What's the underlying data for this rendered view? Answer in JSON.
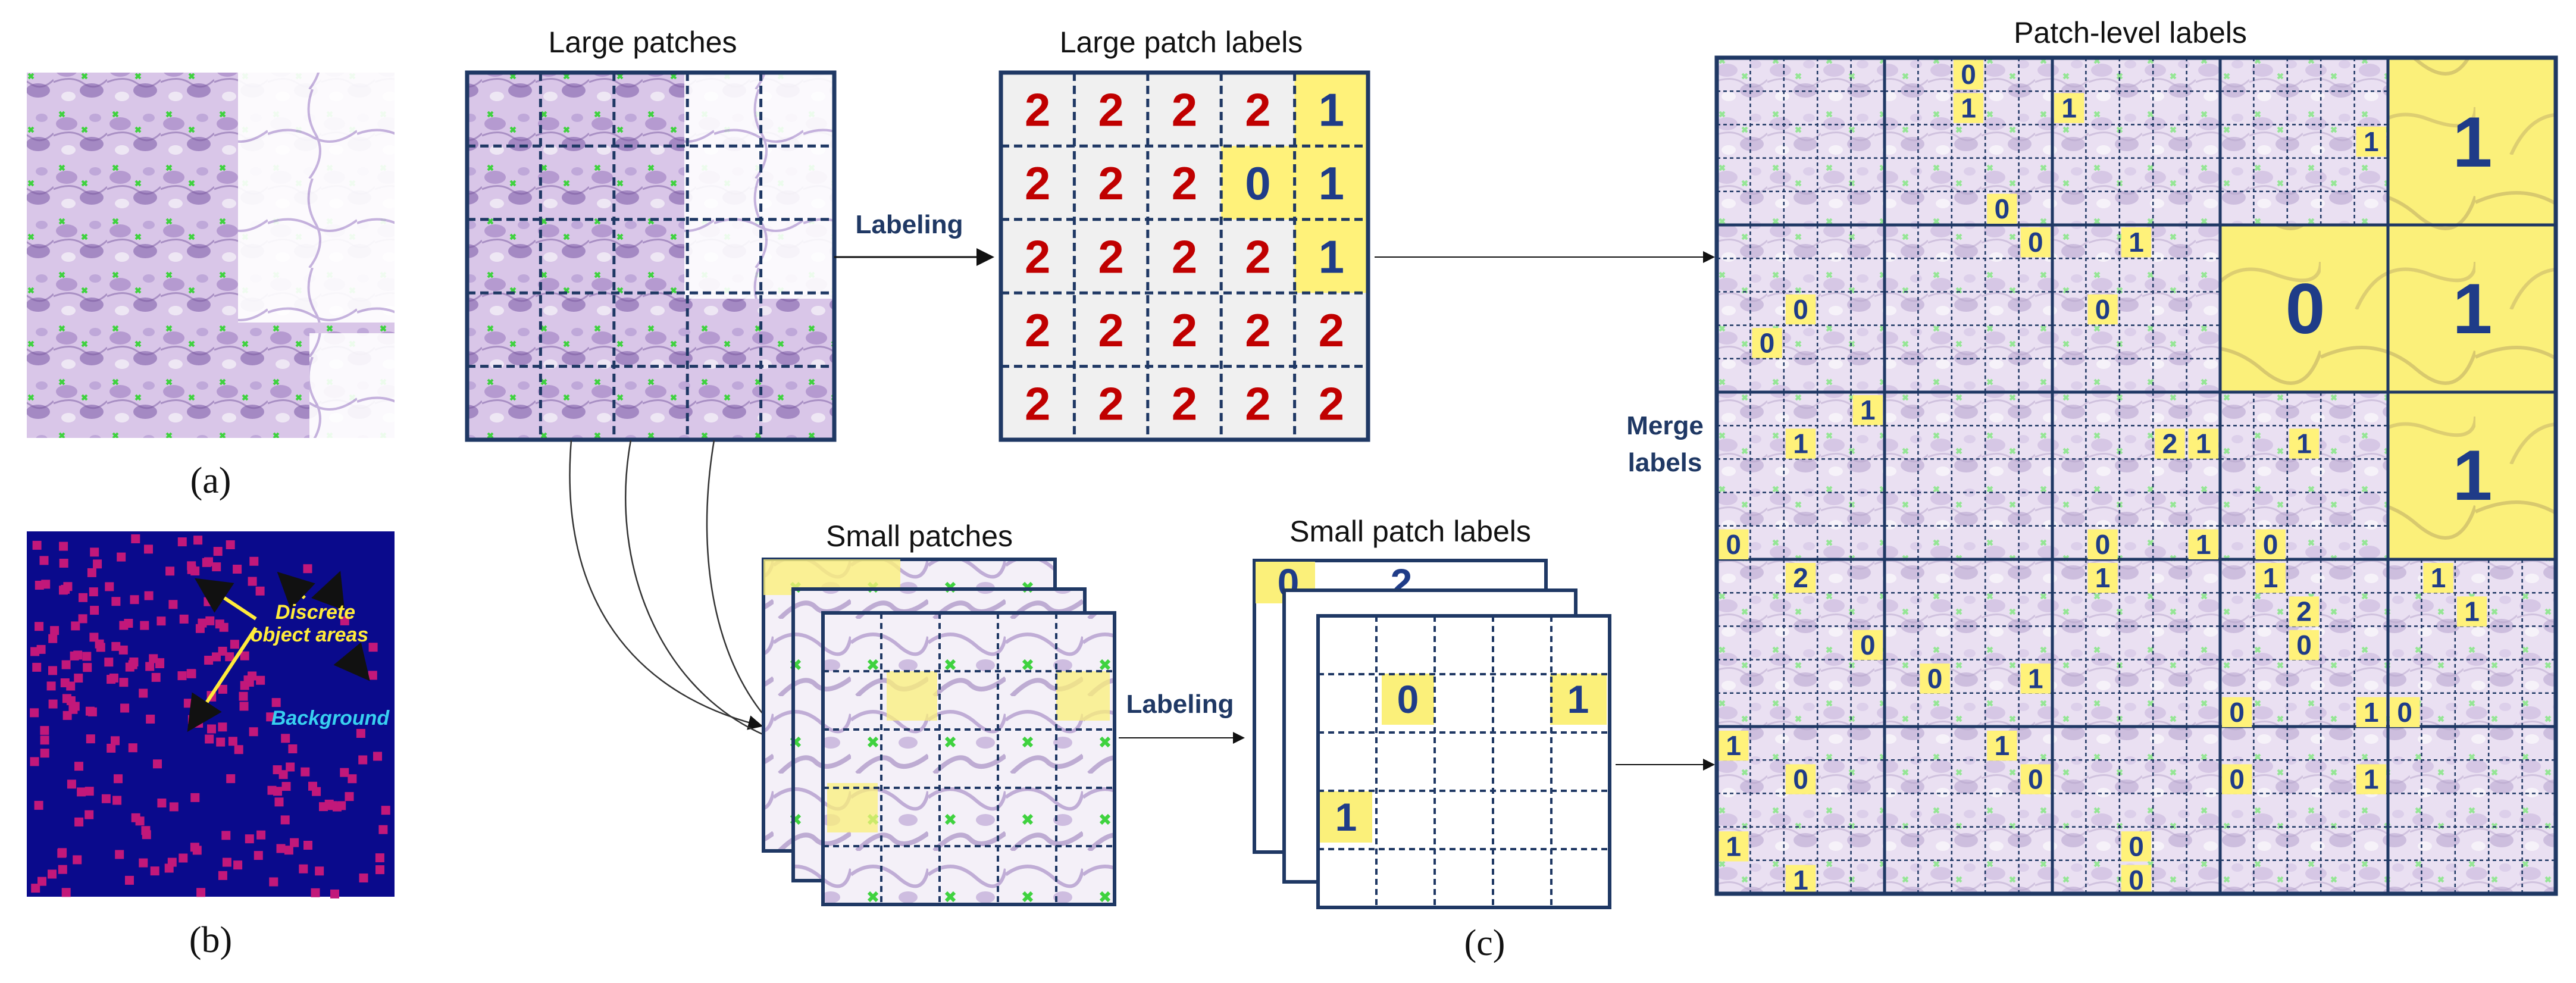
{
  "panels": {
    "a": "(a)",
    "b": "(b)",
    "c": "(c)"
  },
  "titles": {
    "large_patches": "Large patches",
    "large_patch_labels": "Large patch labels",
    "small_patches": "Small patches",
    "small_patch_labels": "Small patch labels",
    "patch_level_labels": "Patch-level labels"
  },
  "arrows": {
    "labeling_top": "Labeling",
    "labeling_bottom": "Labeling",
    "merge_line1": "Merge",
    "merge_line2": "labels"
  },
  "annotations": {
    "discrete_line1": "Discrete",
    "discrete_line2": "object areas",
    "background": "Background"
  },
  "large_labels": [
    [
      "2",
      "2",
      "2",
      "2",
      "1"
    ],
    [
      "2",
      "2",
      "2",
      "0",
      "1"
    ],
    [
      "2",
      "2",
      "2",
      "2",
      "1"
    ],
    [
      "2",
      "2",
      "2",
      "2",
      "2"
    ],
    [
      "2",
      "2",
      "2",
      "2",
      "2"
    ]
  ],
  "small_labels_front": {
    "a": "0",
    "b": "1",
    "c": "1"
  },
  "small_labels_back": {
    "a": "0",
    "b": "2"
  },
  "merged": {
    "big": [
      "1",
      "0",
      "1",
      "1"
    ],
    "small": [
      "1",
      "0",
      "0",
      "1",
      "1",
      "0",
      "0",
      "1",
      "1",
      "0",
      "2",
      "0",
      "1",
      "1",
      "1",
      "0",
      "0",
      "0",
      "1",
      "1",
      "0",
      "1",
      "0",
      "1",
      "0",
      "1",
      "0",
      "1",
      "0",
      "0",
      "0",
      "1",
      "0",
      "2",
      "1",
      "0",
      "1",
      "1",
      "2",
      "0",
      "1",
      "1"
    ]
  },
  "colors": {
    "frame": "#1f3864",
    "label_two": "#c00000",
    "label_one": "#1f3c88",
    "highlight": "#fff27a",
    "mask_background": "#0a0a8c",
    "mask_object": "#c2187a",
    "annotation": "#ffeb3b",
    "annotation_background": "#38d0f0"
  },
  "icons": [
    "arrow-right-icon",
    "arrow-curved-icon"
  ]
}
